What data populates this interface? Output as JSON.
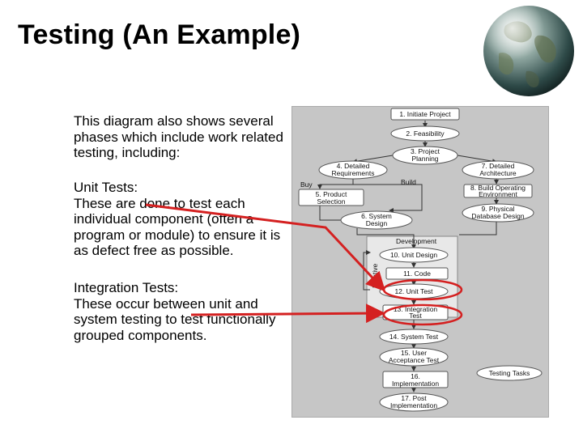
{
  "title": "Testing (An Example)",
  "paragraphs": {
    "intro": "This diagram also shows several phases which include work related testing, including:",
    "unit_heading": "Unit Tests:",
    "unit_body": "These are done to test each individual component (often a program or module) to ensure it is as defect free as possible.",
    "integ_heading": "Integration Tests:",
    "integ_body": "These occur between unit and system testing to test functionally grouped components."
  },
  "diagram": {
    "steps": {
      "s1": "1. Initiate Project",
      "s2": "2. Feasibility",
      "s3a": "3. Project",
      "s3b": "Planning",
      "s4a": "4. Detailed",
      "s4b": "Requirements",
      "s5a": "5. Product",
      "s5b": "Selection",
      "s6a": "6. System",
      "s6b": "Design",
      "s7a": "7. Detailed",
      "s7b": "Architecture",
      "s8a": "8. Build Operating",
      "s8b": "Environment",
      "s9a": "9. Physical",
      "s9b": "Database Design",
      "s10": "10. Unit Design",
      "s11": "11. Code",
      "s12": "12. Unit Test",
      "s13a": "13. Integration",
      "s13b": "Test",
      "s14": "14. System Test",
      "s15a": "15. User",
      "s15b": "Acceptance Test",
      "s16a": "16.",
      "s16b": "Implementation",
      "s17a": "17. Post",
      "s17b": "Implementation"
    },
    "labels": {
      "buy": "Buy",
      "build": "Build",
      "development": "Development",
      "iterative": "Iterative",
      "testing_tasks": "Testing Tasks"
    }
  },
  "colors": {
    "highlight": "#d42020",
    "diagram_bg": "#c6c6c6",
    "box_fill": "#ffffff"
  }
}
